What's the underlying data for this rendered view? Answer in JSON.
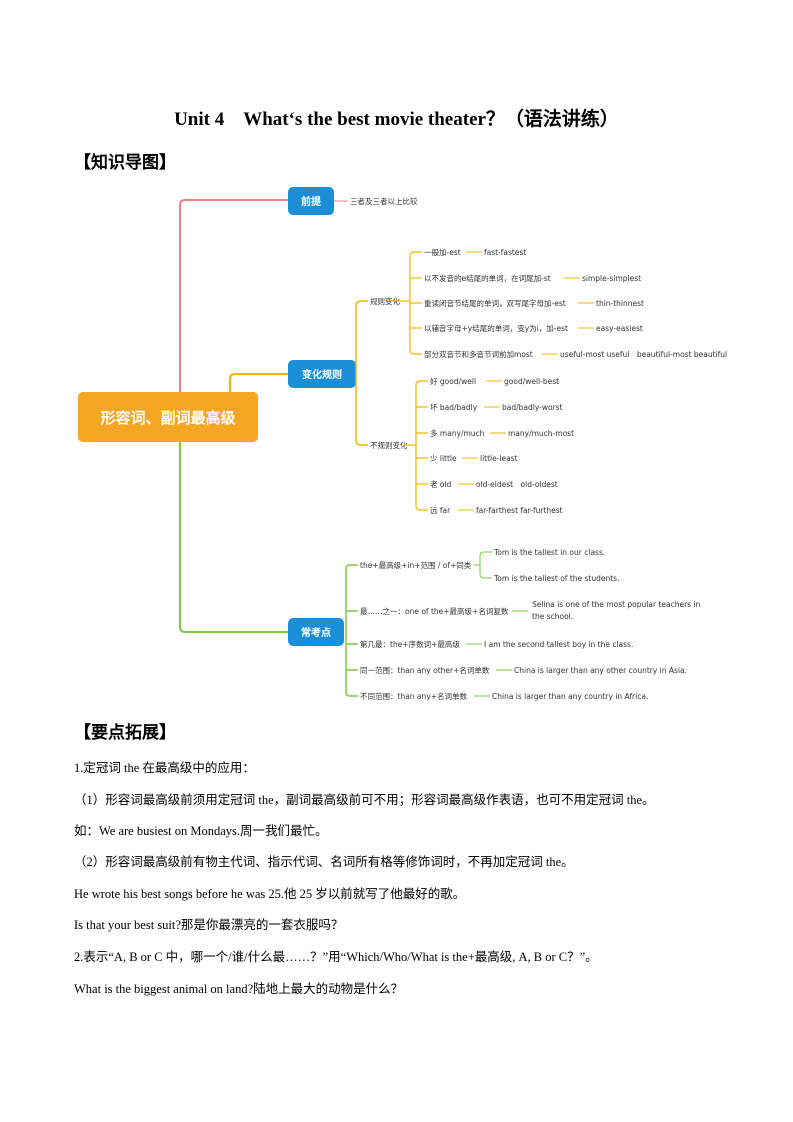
{
  "title": "Unit 4　What‘s the best movie theater？（语法讲练）",
  "sections": {
    "mindmap_heading": "【知识导图】",
    "points_heading": "【要点拓展】"
  },
  "mindmap": {
    "root": "形容词、副词最高级",
    "branches": {
      "premise": {
        "label": "前提",
        "detail": "三者及三者以上比较"
      },
      "rules": {
        "label": "变化规则",
        "regular": {
          "label": "规则变化",
          "items": [
            {
              "rule": "一般加-est",
              "example": "fast-fastest"
            },
            {
              "rule": "以不发音的e结尾的单词，在词尾加-st",
              "example": "simple-simplest"
            },
            {
              "rule": "重读闭音节结尾的单词，双写尾字母加-est",
              "example": "thin-thinnest"
            },
            {
              "rule": "以辅音字母+y结尾的单词，变y为i，加-est",
              "example": "easy-easiest"
            },
            {
              "rule": "部分双音节和多音节词前加most",
              "example": "useful-most useful　beautiful-most beautiful"
            }
          ]
        },
        "irregular": {
          "label": "不规则变化",
          "items": [
            {
              "rule": "好 good/well",
              "example": "good/well-best"
            },
            {
              "rule": "坏 bad/badly",
              "example": "bad/badly-worst"
            },
            {
              "rule": "多 many/much",
              "example": "many/much-most"
            },
            {
              "rule": "少 little",
              "example": "little-least"
            },
            {
              "rule": "老 old",
              "example": "old-eldest　old-oldest"
            },
            {
              "rule": "远 far",
              "example": "far-farthest  far-furthest"
            }
          ]
        }
      },
      "common": {
        "label": "常考点",
        "items": [
          {
            "rule": "the+最高级+in+范围 / of+同类",
            "examples": [
              "Tom is the tallest in our class.",
              "Tom is the tallest of the students."
            ]
          },
          {
            "rule": "最……之一：one of the+最高级+名词复数",
            "examples": [
              "Selina is one of the most popular teachers in",
              "the school."
            ]
          },
          {
            "rule": "第几最：the+序数词+最高级",
            "examples": [
              "I am the second tallest boy in the class."
            ]
          },
          {
            "rule": "同一范围：than any other+名词单数",
            "examples": [
              "China is larger than any other country in Asia."
            ]
          },
          {
            "rule": "不同范围：than any+名词单数",
            "examples": [
              "China is larger than any country in Africa."
            ]
          }
        ]
      }
    }
  },
  "paragraphs": [
    "1.定冠词 the 在最高级中的应用：",
    "（1）形容词最高级前须用定冠词 the，副词最高级前可不用；形容词最高级作表语，也可不用定冠词 the。",
    "如：We are busiest on Mondays.周一我们最忙。",
    "（2）形容词最高级前有物主代词、指示代词、名词所有格等修饰词时，不再加定冠词 the。",
    "He wrote his best songs before he was 25.他 25 岁以前就写了他最好的歌。",
    "Is that your best suit?那是你最漂亮的一套衣服吗？",
    "2.表示“A, B or C 中，哪一个/谁/什么最……？”用“Which/Who/What is the+最高级, A, B or C？”。",
    "What is the biggest animal on land?陆地上最大的动物是什么？"
  ],
  "colors": {
    "root": "#f5a623",
    "node": "#1a8fd8",
    "premise_line": "#ef7f7f",
    "rules_line": "#f5b400",
    "common_line": "#7ac943"
  }
}
